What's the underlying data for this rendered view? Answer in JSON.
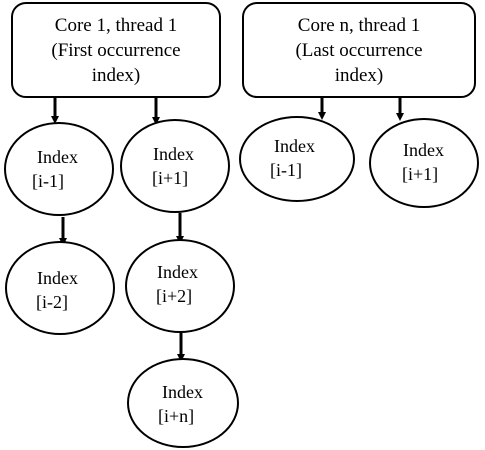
{
  "boxes": [
    {
      "id": "core1",
      "lines": [
        "Core 1, thread 1",
        "(First occurrence",
        "index)"
      ]
    },
    {
      "id": "coren",
      "lines": [
        "Core n, thread 1",
        "(Last occurrence",
        "index)"
      ]
    }
  ],
  "nodes": [
    {
      "id": "n1",
      "lines": [
        "Index",
        "[i-1]"
      ]
    },
    {
      "id": "n2",
      "lines": [
        "Index",
        "[i+1]"
      ]
    },
    {
      "id": "n3",
      "lines": [
        "Index",
        "[i-1]"
      ]
    },
    {
      "id": "n4",
      "lines": [
        "Index",
        "[i+1]"
      ]
    },
    {
      "id": "n5",
      "lines": [
        "Index",
        "[i-2]"
      ]
    },
    {
      "id": "n6",
      "lines": [
        "Index",
        "[i+2]"
      ]
    },
    {
      "id": "n7",
      "lines": [
        "Index",
        "[i+n]"
      ]
    }
  ]
}
